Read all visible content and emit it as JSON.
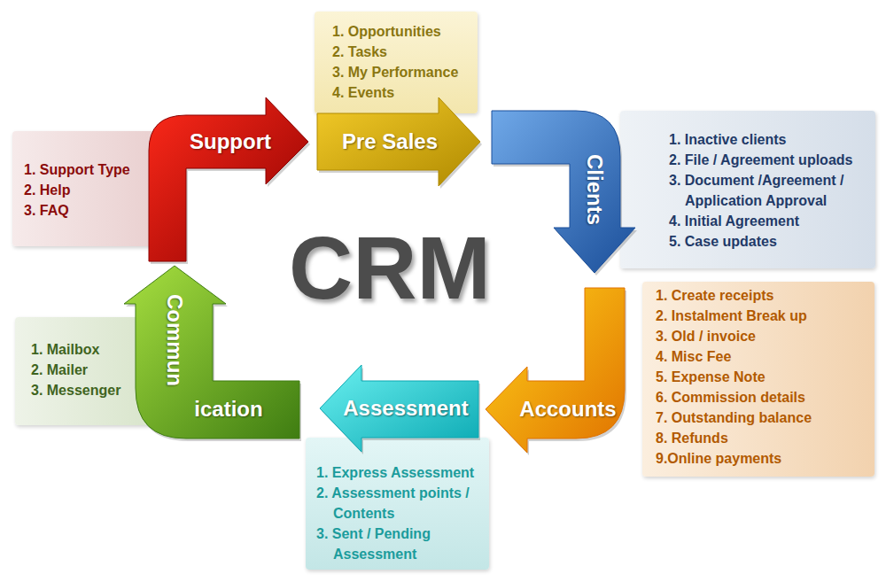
{
  "diagram": {
    "nodes": [
      {
        "text": [
          "1. Support Type",
          "2. Help",
          "3. FAQ"
        ]
      },
      {
        "text": [
          "Support"
        ]
      },
      {
        "text": [
          "1. Opportunities",
          "2. Tasks",
          "3. My Performance",
          "4. Events"
        ]
      },
      {
        "text": [
          "Pre Sales"
        ]
      },
      {
        "text": [
          "Clients"
        ]
      },
      {
        "text": [
          "1. Inactive clients",
          "2. File / Agreement uploads",
          "3. Document /Agreement / Application Approval",
          "4. Initial Agreement",
          "5. Case updates"
        ]
      },
      {
        "text": [
          "1. Create receipts",
          "2. Instalment Break up",
          "3. Old / invoice",
          "4. Misc Fee",
          "5. Expense Note",
          "6. Commission details",
          "7. Outstanding balance",
          "8. Refunds",
          "9.Online payments"
        ]
      },
      {
        "text": [
          "Accounts"
        ]
      },
      {
        "text": [
          "Assessment"
        ]
      },
      {
        "text": [
          "1. Express Assessment",
          "2. Assessment points / Contents",
          "3. Sent / Pending Assessment"
        ]
      },
      {
        "text": [
          "1. Mailbox",
          "2. Mailer",
          "3. Messenger"
        ]
      },
      {
        "text": [
          "Commun",
          "ication"
        ]
      }
    ],
    "labels": [
      "CRM"
    ]
  }
}
